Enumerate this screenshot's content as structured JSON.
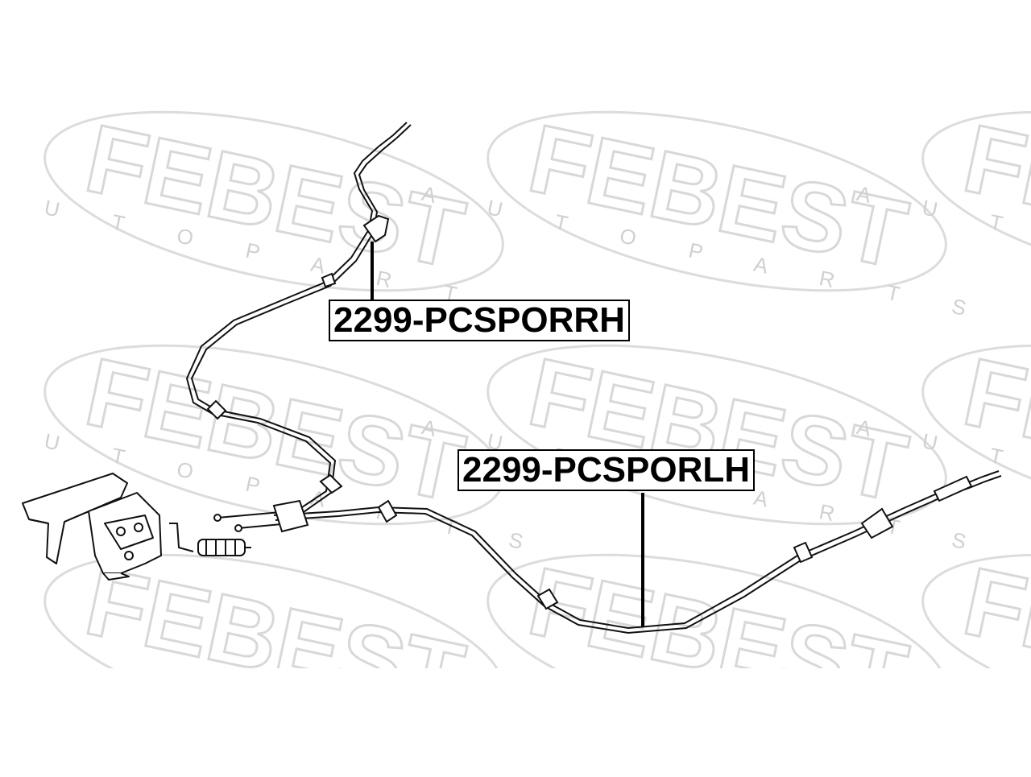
{
  "watermark": {
    "brand": "FEBEST",
    "tagline": "A U T O   P A R T S"
  },
  "callouts": {
    "right_hand": "2299-PCSPORRH",
    "left_hand": "2299-PCSPORLH"
  },
  "colors": {
    "watermark": "#e2e2e2",
    "line": "#000000",
    "background": "#ffffff"
  }
}
